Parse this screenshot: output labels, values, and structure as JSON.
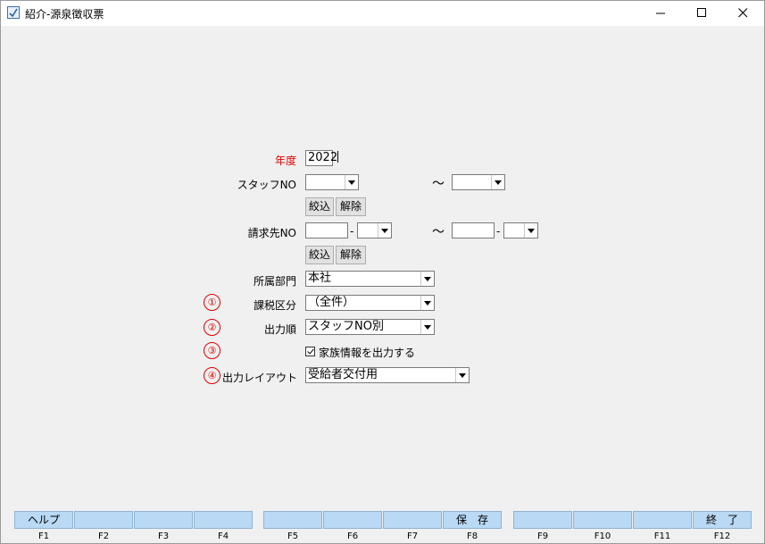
{
  "window": {
    "title": "紹介-源泉徴収票",
    "icon": "app-icon",
    "controls": [
      "minimize-icon",
      "maximize-icon",
      "close-icon"
    ]
  },
  "form": {
    "year_label": "年度",
    "year_value": "2022",
    "staff_label": "スタッフNO",
    "staff_from": "",
    "staff_to": "",
    "tilde": "～",
    "filter_label": "絞込",
    "clear_label": "解除",
    "client_label": "請求先NO",
    "client_from_main": "",
    "client_from_sub": "",
    "client_to_main": "",
    "client_to_sub": "",
    "dash": "-",
    "department_label": "所属部門",
    "department_value": "本社",
    "tax_num": "①",
    "tax_label": "課税区分",
    "tax_value": "（全件）",
    "order_num": "②",
    "order_label": "出力順",
    "order_value": "スタッフNO別",
    "family_num": "③",
    "family_label": "家族情報を出力する",
    "family_checked": true,
    "layout_num": "④",
    "layout_label": "出力レイアウト",
    "layout_value": "受給者交付用"
  },
  "fkeys": [
    {
      "label": "ヘルプ",
      "key": "F1"
    },
    {
      "label": "",
      "key": "F2"
    },
    {
      "label": "",
      "key": "F3"
    },
    {
      "label": "",
      "key": "F4"
    },
    {
      "label": "",
      "key": "F5"
    },
    {
      "label": "",
      "key": "F6"
    },
    {
      "label": "",
      "key": "F7"
    },
    {
      "label": "保　存",
      "key": "F8"
    },
    {
      "label": "",
      "key": "F9"
    },
    {
      "label": "",
      "key": "F10"
    },
    {
      "label": "",
      "key": "F11"
    },
    {
      "label": "終　了",
      "key": "F12"
    }
  ]
}
